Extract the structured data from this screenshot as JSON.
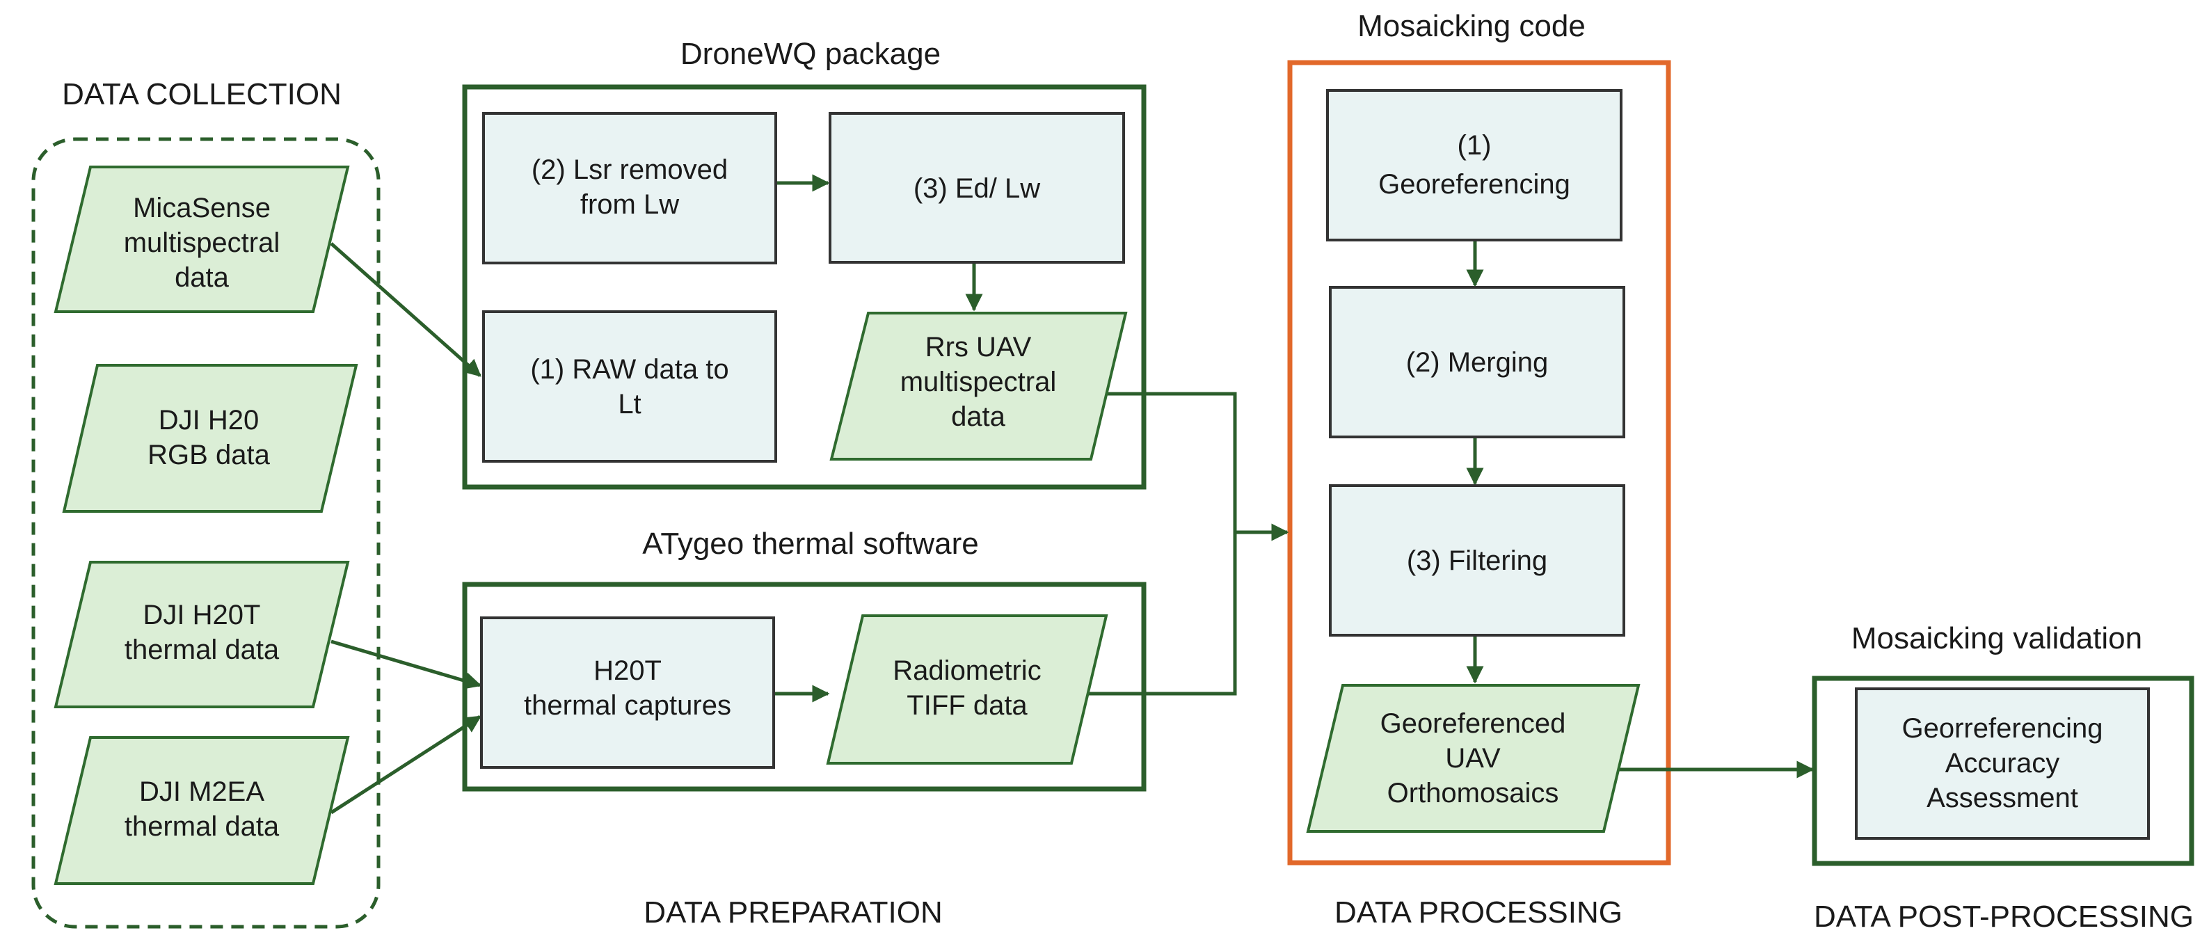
{
  "sections": {
    "data_collection": "DATA COLLECTION",
    "data_preparation": "DATA PREPARATION",
    "data_processing": "DATA PROCESSING",
    "data_post_processing": "DATA POST-PROCESSING"
  },
  "groups": {
    "dronewq": "DroneWQ package",
    "atygeo": "ATygeo thermal software",
    "mosaicking": "Mosaicking code",
    "validation": "Mosaicking validation"
  },
  "nodes": {
    "micasense": [
      "MicaSense",
      "multispectral",
      "data"
    ],
    "dji_h20_rgb": [
      "DJI H20",
      "RGB data"
    ],
    "dji_h20t_thermal": [
      "DJI H20T",
      "thermal data"
    ],
    "dji_m2ea_thermal": [
      "DJI M2EA",
      "thermal data"
    ],
    "lsr_removed": [
      "(2)  Lsr  removed",
      "from Lw"
    ],
    "ed_lw": [
      "(3) Ed/ Lw"
    ],
    "raw_to_lt": [
      "(1) RAW data to",
      "Lt"
    ],
    "rrs_uav": [
      "Rrs  UAV",
      "multispectral",
      "data"
    ],
    "h20t_captures": [
      "H20T",
      "thermal captures"
    ],
    "radiometric_tiff": [
      "Radiometric",
      "TIFF data"
    ],
    "georeferencing": [
      "(1)",
      "Georeferencing"
    ],
    "merging": [
      "(2)  Merging"
    ],
    "filtering": [
      "(3)  Filtering"
    ],
    "georef_orthomosaics": [
      "Georeferenced",
      "UAV",
      "Orthomosaics"
    ],
    "accuracy_assessment": [
      "Georreferencing",
      "Accuracy",
      "Assessment"
    ]
  },
  "colors": {
    "dark_green": "#2b5e2b",
    "orange": "#e2682a",
    "process_fill": "#e9f3f3",
    "data_fill": "#dbeed6"
  }
}
